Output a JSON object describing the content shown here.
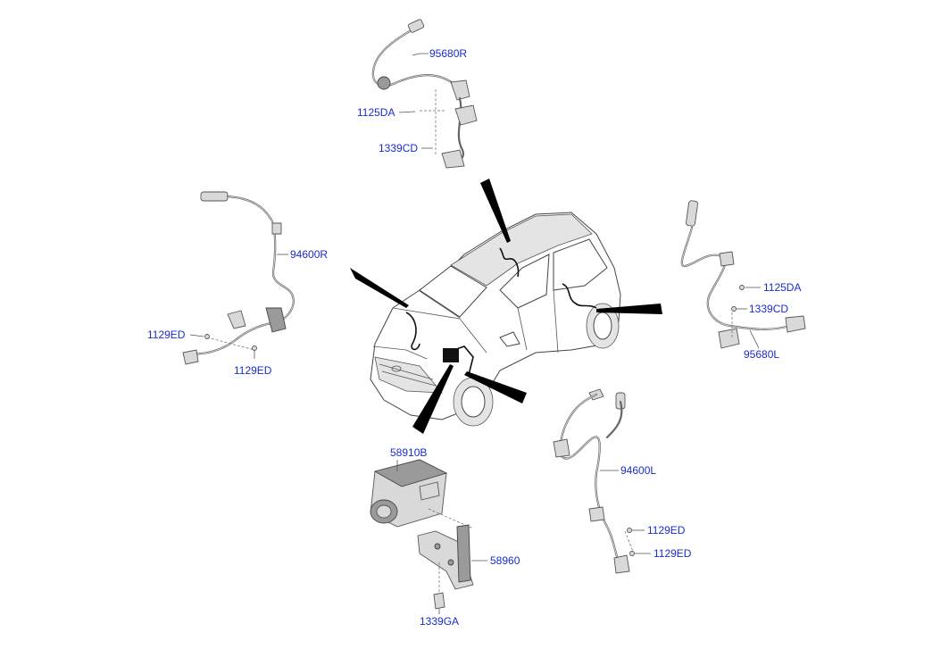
{
  "labels": {
    "p95680R": "95680R",
    "p1125DA_top": "1125DA",
    "p1339CD_top": "1339CD",
    "p94600R": "94600R",
    "p1129ED_left1": "1129ED",
    "p1129ED_left2": "1129ED",
    "p1125DA_right": "1125DA",
    "p1339CD_right": "1339CD",
    "p95680L": "95680L",
    "p58910B": "58910B",
    "p58960": "58960",
    "p1339GA": "1339GA",
    "p94600L": "94600L",
    "p1129ED_bot1": "1129ED",
    "p1129ED_bot2": "1129ED"
  },
  "colors": {
    "label": "#1a2ccf",
    "line": "#555555",
    "part_fill": "#d9d9d9",
    "callout_wedge": "#000000"
  }
}
